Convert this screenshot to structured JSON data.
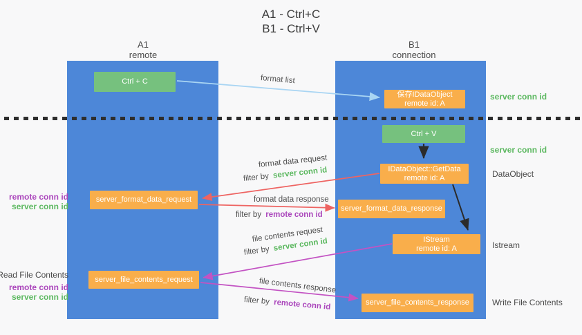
{
  "title": {
    "line1": "A1 - Ctrl+C",
    "line2": "B1 - Ctrl+V"
  },
  "lanes": {
    "left": {
      "name": "A1",
      "role": "remote"
    },
    "right": {
      "name": "B1",
      "role": "connection"
    }
  },
  "nodes": {
    "ctrl_c": "Ctrl + C",
    "ctrl_v": "Ctrl + V",
    "save_dataobject": {
      "line1": "保存IDataObject",
      "line2": "remote id: A"
    },
    "getdata": {
      "line1": "IDataObject::GetData",
      "line2": "remote id: A"
    },
    "istream": {
      "line1": "IStream",
      "line2": "remote id: A"
    },
    "server_format_data_request": "server_format_data_request",
    "server_format_data_response": "server_format_data_response",
    "server_file_contents_request": "server_file_contents_request",
    "server_file_contents_response": "server_file_contents_response"
  },
  "side_labels": {
    "right_server_conn_id_top": "server conn id",
    "right_server_conn_id_mid": "server conn id",
    "dataobject": "DataObject",
    "istream": "Istream",
    "write_file_contents": "Write File Contents",
    "left_remote_conn_id_top": "remote conn id",
    "left_server_conn_id_top": "server conn id",
    "read_file_contents": "Read File Contents",
    "left_remote_conn_id_bottom": "remote conn id",
    "left_server_conn_id_bottom": "server conn id"
  },
  "arrow_labels": {
    "format_list": "format list",
    "format_data_request": "format data request",
    "format_data_response": "format data response",
    "file_contents_request": "file contents request",
    "file_contents_response": "file contents response",
    "filter_by": "filter by",
    "server_conn_id": "server conn id",
    "remote_conn_id": "remote conn id"
  },
  "colors": {
    "lane_blue": "#4d87d8",
    "node_green": "#76c17e",
    "node_orange": "#f9ae4b",
    "arrow_lightblue": "#a9d5f3",
    "arrow_red": "#ee6462",
    "arrow_magenta": "#c353c3",
    "arrow_black": "#2b2b2b",
    "text_green": "#5cb860",
    "text_purple": "#ab47bc",
    "background": "#f8f8f9"
  }
}
